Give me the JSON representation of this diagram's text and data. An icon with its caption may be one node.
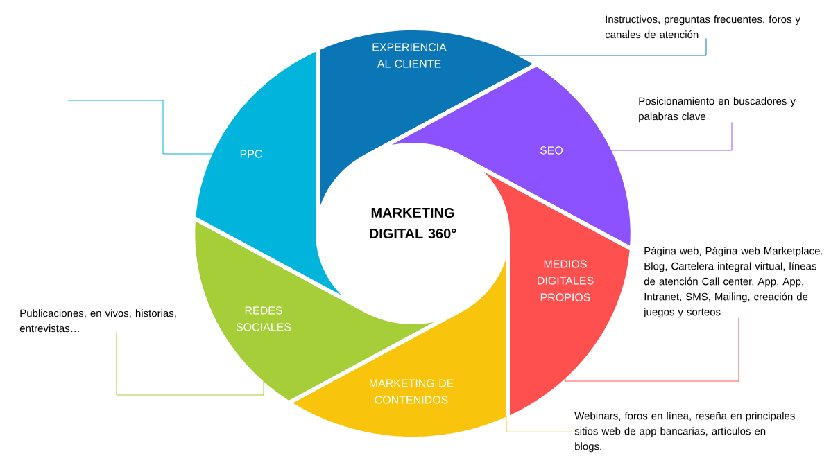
{
  "diagram": {
    "nodes": [
      {
        "text": [
          "EXPERIENCIA AL CLIENTE"
        ]
      },
      {
        "text": [
          "SEO"
        ]
      },
      {
        "text": [
          "MEDIOS DIGITALES PROPIOS"
        ]
      },
      {
        "text": [
          "MARKETING DE CONTENIDOS"
        ]
      },
      {
        "text": [
          "REDES SOCIALES"
        ]
      },
      {
        "text": [
          "PPC"
        ]
      },
      {
        "text": [
          "Instructivos, preguntas frecuentes, foros y canales de atención"
        ]
      },
      {
        "text": [
          "Posicionamiento en buscadores y palabras clave"
        ]
      },
      {
        "text": [
          "Página web, Página web Marketplace. Blog, Cartelera integral virtual, líneas de atención Call center, App, App, Intranet, SMS, Mailing, creación de juegos y sorteos"
        ]
      },
      {
        "text": [
          "Webinars, foros en línea, reseña en principales sitios web de app bancarias, artículos en blogs."
        ]
      },
      {
        "text": [
          "Publicaciones, en vivos, historias, entrevistas…"
        ]
      }
    ],
    "edges": [
      {
        "from": 6,
        "to": 0,
        "arrow": "none",
        "color": "#0b76b6"
      },
      {
        "from": 7,
        "to": 1,
        "arrow": "none",
        "color": "#8c52ff"
      },
      {
        "from": 8,
        "to": 2,
        "arrow": "none",
        "color": "#ff5050"
      },
      {
        "from": 9,
        "to": 3,
        "arrow": "none",
        "color": "#f8c40c"
      },
      {
        "from": 10,
        "to": 4,
        "arrow": "none",
        "color": "#a6ce39"
      },
      {
        "from": null,
        "to": 5,
        "arrow": "none",
        "color": "#00b4dc"
      }
    ],
    "labels": [
      "MARKETING DIGITAL 360°"
    ]
  }
}
